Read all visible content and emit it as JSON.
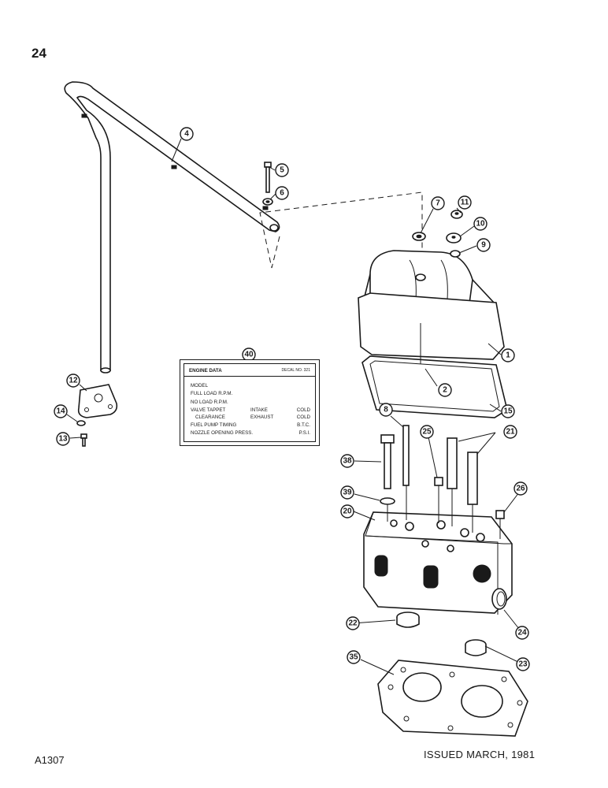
{
  "page": {
    "number": "24",
    "doc_code": "A1307",
    "issued": "ISSUED MARCH, 1981"
  },
  "callouts": [
    "1",
    "2",
    "4",
    "5",
    "6",
    "7",
    "8",
    "9",
    "10",
    "11",
    "12",
    "13",
    "14",
    "15",
    "20",
    "21",
    "22",
    "23",
    "24",
    "25",
    "26",
    "35",
    "38",
    "39",
    "40"
  ],
  "decal": {
    "title": "ENGINE DATA",
    "decal_no": "DECAL NO. 321",
    "rows": [
      {
        "c1": "MODEL",
        "c2": "",
        "c3": ""
      },
      {
        "c1": "FULL LOAD R.P.M.",
        "c2": "",
        "c3": ""
      },
      {
        "c1": "NO LOAD R.P.M.",
        "c2": "",
        "c3": ""
      },
      {
        "c1": "VALVE TAPPET",
        "c2": "INTAKE",
        "c3": "COLD"
      },
      {
        "c1": "   CLEARANCE",
        "c2": "EXHAUST",
        "c3": "COLD"
      },
      {
        "c1": "FUEL PUMP TIMING",
        "c2": "",
        "c3": "B.T.C."
      },
      {
        "c1": "NOZZLE OPENING PRESS.",
        "c2": "",
        "c3": "P.S.I."
      }
    ]
  }
}
